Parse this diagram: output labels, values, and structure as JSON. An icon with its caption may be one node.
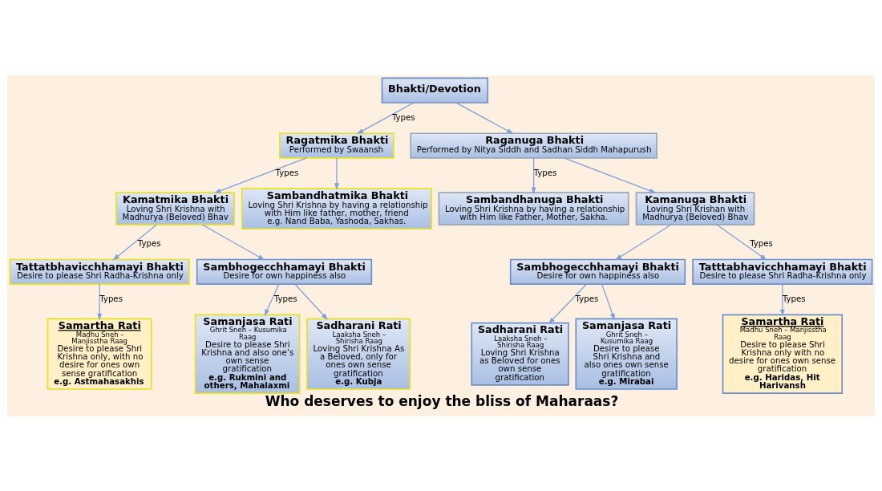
{
  "diagram": {
    "title": "Who deserves to enjoy the bliss of Maharaas?",
    "nodes": [
      {
        "text": [
          "Bhakti/Devotion"
        ]
      },
      {
        "text": [
          "Ragatmika Bhakti",
          "Performed by Swaansh"
        ]
      },
      {
        "text": [
          "Raganuga Bhakti",
          "Performed by Nitya Siddh and Sadhan Siddh Mahapurush"
        ]
      },
      {
        "text": [
          "Kamatmika Bhakti",
          "Loving Shri Krishna with Madhurya (Beloved) Bhav"
        ]
      },
      {
        "text": [
          "Sambandhatmika Bhakti",
          "Loving Shri Krishna by having a relationship with Him like father, mother, friend",
          "e.g. Nand Baba, Yashoda, Sakhas."
        ]
      },
      {
        "text": [
          "Sambandhanuga Bhakti",
          "Loving Shri Krishna by having a relationship with Him like Father, Mother, Sakha."
        ]
      },
      {
        "text": [
          "Kamanuga Bhakti",
          "Loving Shri Krishan with Madhurya (Beloved) Bhav"
        ]
      },
      {
        "text": [
          "Tattatbhavicchhamayi Bhakti",
          "Desire to please Shri Radha-Krishna only"
        ]
      },
      {
        "text": [
          "Sambhogecchhamayi Bhakti",
          "Desire for own happiness also"
        ]
      },
      {
        "text": [
          "Sambhogecchhamayi Bhakti",
          "Desire for own happiness also"
        ]
      },
      {
        "text": [
          "Tatttabhavicchhamayi Bhakti",
          "Desire to please Shri Radha-Krishna only"
        ]
      },
      {
        "text": [
          "Samartha Rati",
          "Madhu Sneh – Manjisstha Raag",
          "Desire to please Shri Krishna only, with no desire for ones own sense gratification",
          "e.g. Astmahasakhis"
        ]
      },
      {
        "text": [
          "Samanjasa Rati",
          "Ghrit Sneh – Kusumika Raag",
          "Desire to please Shri Krishna and also one’s own sense gratification",
          "e.g. Rukmini and others, Mahalaxmi"
        ]
      },
      {
        "text": [
          "Sadharani Rati",
          "Laaksha Sneh – Shirisha Raag",
          "Loving Shri Krishna As a Beloved, only for ones own sense gratification",
          "e.g. Kubja"
        ]
      },
      {
        "text": [
          "Sadharani Rati",
          "Laaksha Sneh – Shirisha Raag",
          "Loving Shri Krishna as Beloved for ones own sense gratification"
        ]
      },
      {
        "text": [
          "Samanjasa Rati",
          "Ghrit Sneh – Kusumika Raag",
          "Desire to please Shri Krishna and also ones own sense gratification",
          "e.g. Mirabai"
        ]
      },
      {
        "text": [
          "Samartha Rati",
          "Madhu Sneh – Manjisstha Raag",
          "Desire to please Shri Krishna only with no desire for ones own sense gratification",
          "e.g. Haridas, Hit Harivansh"
        ]
      }
    ],
    "edges": [
      {
        "from": 0,
        "to": 1,
        "arrow": "to",
        "label": "Types"
      },
      {
        "from": 0,
        "to": 2,
        "arrow": "to"
      },
      {
        "from": 1,
        "to": 3,
        "arrow": "to",
        "label": "Types"
      },
      {
        "from": 1,
        "to": 4,
        "arrow": "to"
      },
      {
        "from": 2,
        "to": 5,
        "arrow": "to",
        "label": "Types"
      },
      {
        "from": 2,
        "to": 6,
        "arrow": "to"
      },
      {
        "from": 3,
        "to": 7,
        "arrow": "to",
        "label": "Types"
      },
      {
        "from": 3,
        "to": 8,
        "arrow": "to"
      },
      {
        "from": 6,
        "to": 9,
        "arrow": "to"
      },
      {
        "from": 6,
        "to": 10,
        "arrow": "to",
        "label": "Types"
      },
      {
        "from": 7,
        "to": 11,
        "arrow": "to",
        "label": "Types"
      },
      {
        "from": 8,
        "to": 12,
        "arrow": "to",
        "label": "Types"
      },
      {
        "from": 8,
        "to": 13,
        "arrow": "to"
      },
      {
        "from": 9,
        "to": 14,
        "arrow": "to",
        "label": "Types"
      },
      {
        "from": 9,
        "to": 15,
        "arrow": "to"
      },
      {
        "from": 10,
        "to": 16,
        "arrow": "to",
        "label": "Types"
      }
    ]
  }
}
